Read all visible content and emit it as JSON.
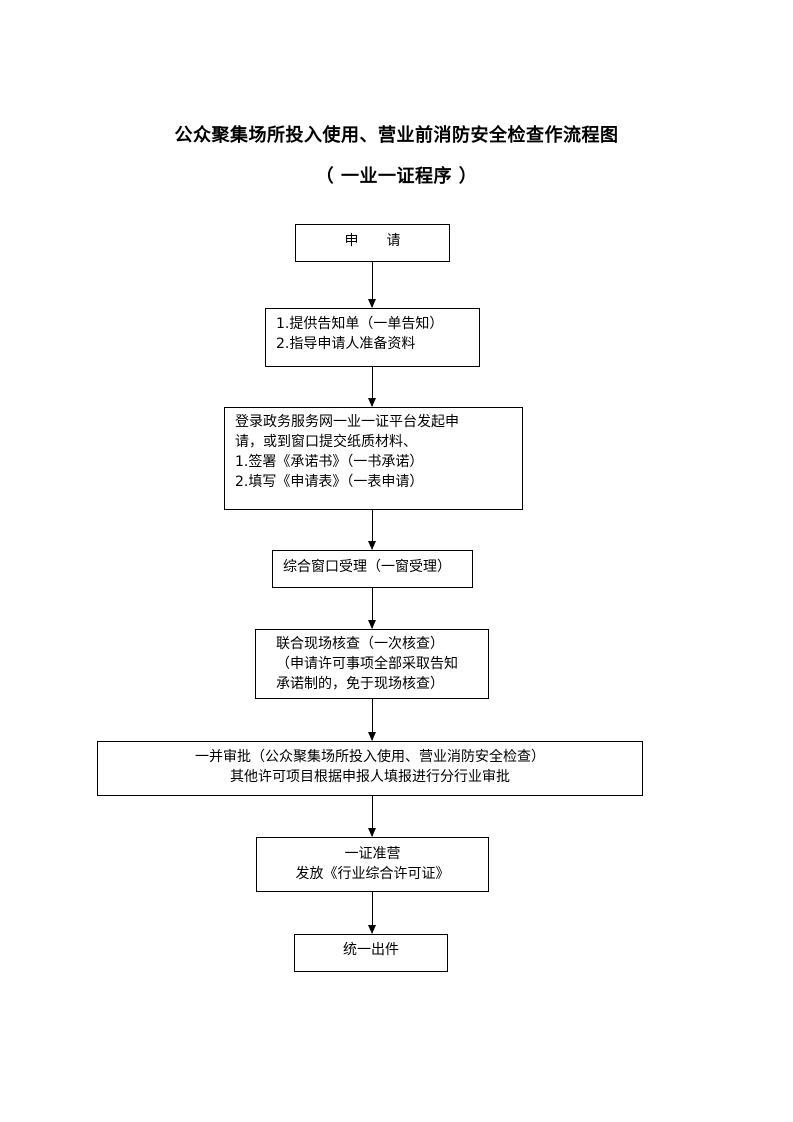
{
  "title": "公众聚集场所投入使用、营业前消防安全检查作流程图",
  "subtitle": "（ 一业一证程序 ）",
  "steps": [
    {
      "id": "apply",
      "lines": [
        "申　　请"
      ]
    },
    {
      "id": "notify",
      "lines": [
        "1.提供告知单（一单告知）",
        "2.指导申请人准备资料"
      ]
    },
    {
      "id": "submit",
      "lines": [
        "登录政务服务网一业一证平台发起申",
        "请，或到窗口提交纸质材料、",
        "1.签署《承诺书》（一书承诺）",
        "2.填写《申请表》（一表申请）"
      ]
    },
    {
      "id": "accept",
      "lines": [
        "综合窗口受理（一窗受理）"
      ]
    },
    {
      "id": "inspect",
      "lines": [
        "联合现场核查（一次核查）",
        "（申请许可事项全部采取告知",
        "承诺制的，免于现场核查）"
      ]
    },
    {
      "id": "approve",
      "lines": [
        "一并审批（公众聚集场所投入使用、营业消防安全检查）",
        "其他许可项目根据申报人填报进行分行业审批"
      ]
    },
    {
      "id": "license",
      "lines": [
        "一证准营",
        "发放《行业综合许可证》"
      ]
    },
    {
      "id": "issue",
      "lines": [
        "统一出件"
      ]
    }
  ]
}
